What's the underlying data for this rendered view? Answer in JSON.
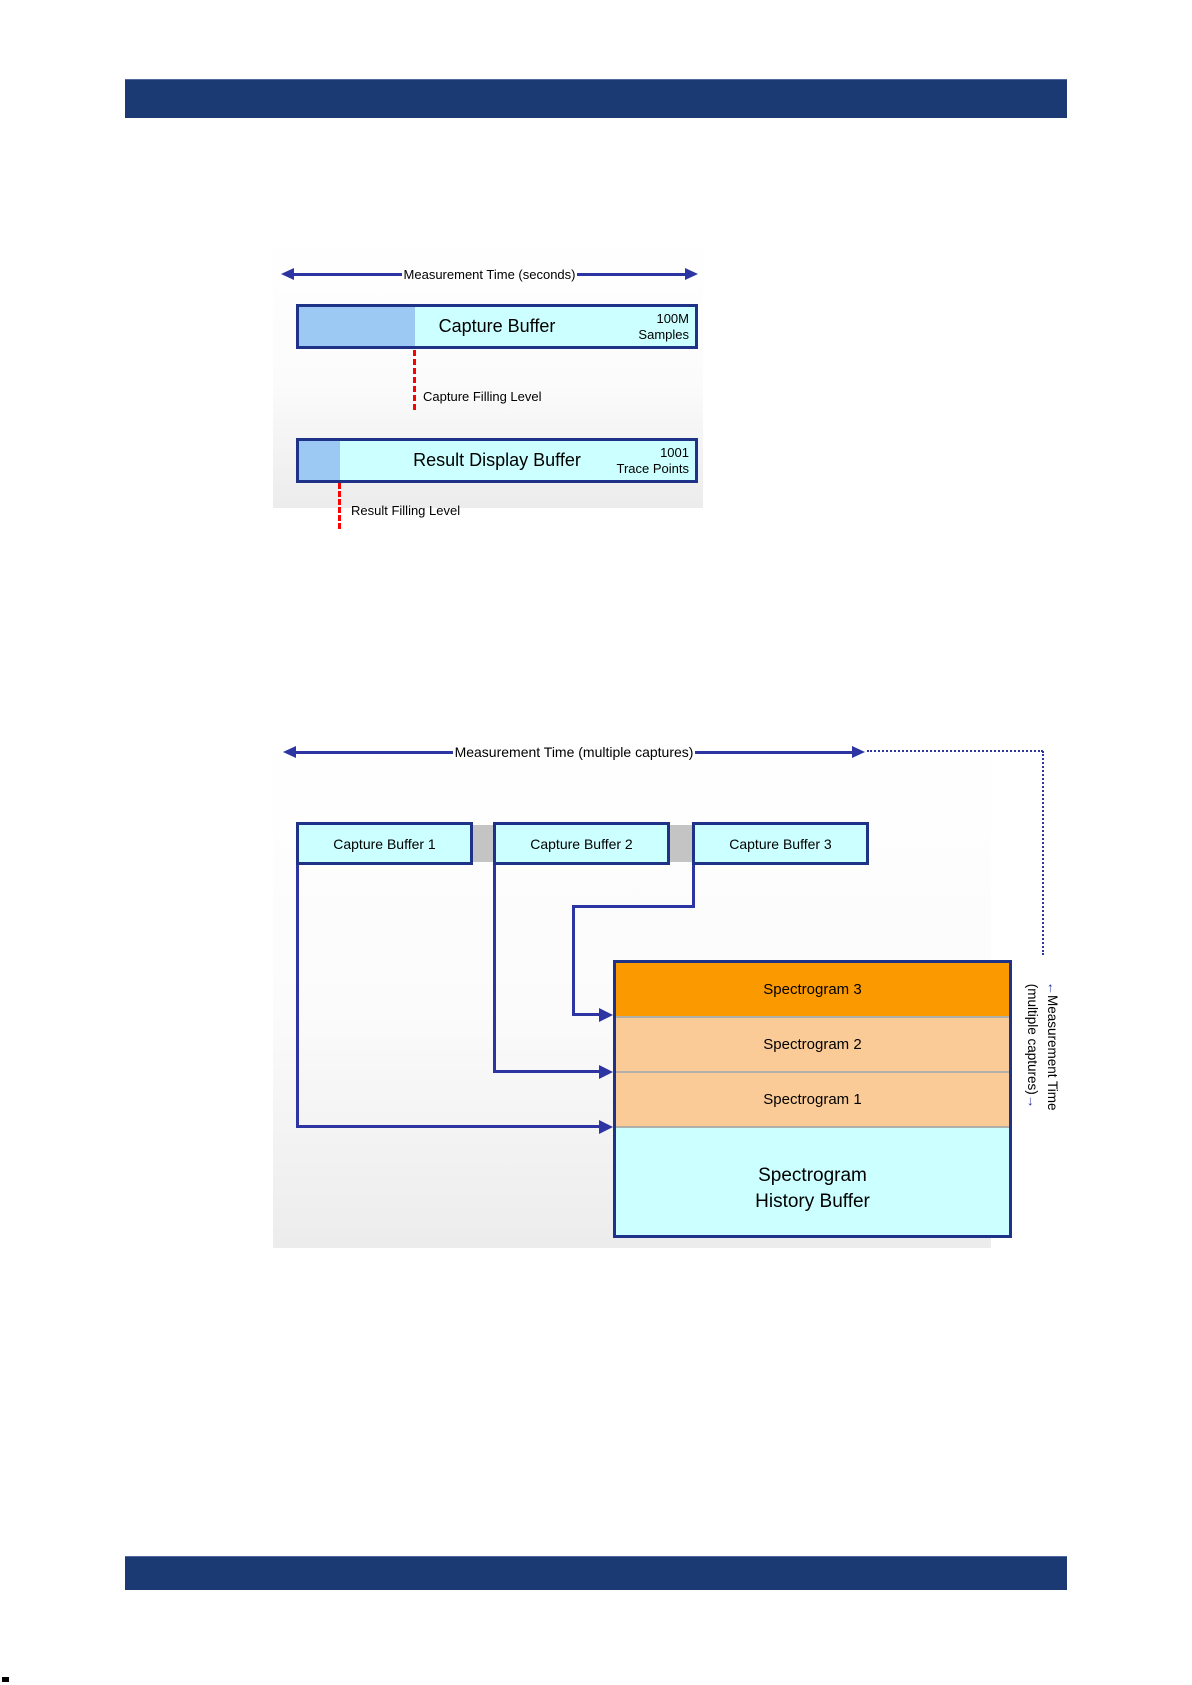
{
  "figure1": {
    "arrow_label": "Measurement Time (seconds)",
    "capture_buffer": {
      "label": "Capture Buffer",
      "size_line1": "100M",
      "size_line2": "Samples"
    },
    "capture_filling_label": "Capture Filling Level",
    "result_buffer": {
      "label": "Result Display Buffer",
      "size_line1": "1001",
      "size_line2": "Trace Points"
    },
    "result_filling_label": "Result Filling Level"
  },
  "figure2": {
    "arrow_label": "Measurement Time (multiple captures)",
    "capture_buffers": [
      "Capture Buffer 1",
      "Capture Buffer 2",
      "Capture Buffer 3"
    ],
    "spectrograms": [
      "Spectrogram 3",
      "Spectrogram 2",
      "Spectrogram 1"
    ],
    "history_line1": "Spectrogram",
    "history_line2": "History Buffer",
    "vertical_label": {
      "line1": "Measurement Time",
      "line2": "(multiple captures)"
    }
  },
  "icons": {
    "rotated_up_arrow": "←",
    "rotated_down_arrow": "→"
  },
  "colors": {
    "header_footer_bar": "#1b3a74",
    "box_border_navy": "#1e3288",
    "arrow_line_blue": "#2c35a2",
    "buffer_fill_cyan": "#ccffff",
    "filled_portion_blue": "#9cc8f4",
    "spectrogram3_orange": "#fb9900",
    "spectrogram_peach": "#fbcb97",
    "connector_gray": "#c4c4c4",
    "filling_level_red": "#ff0000"
  }
}
